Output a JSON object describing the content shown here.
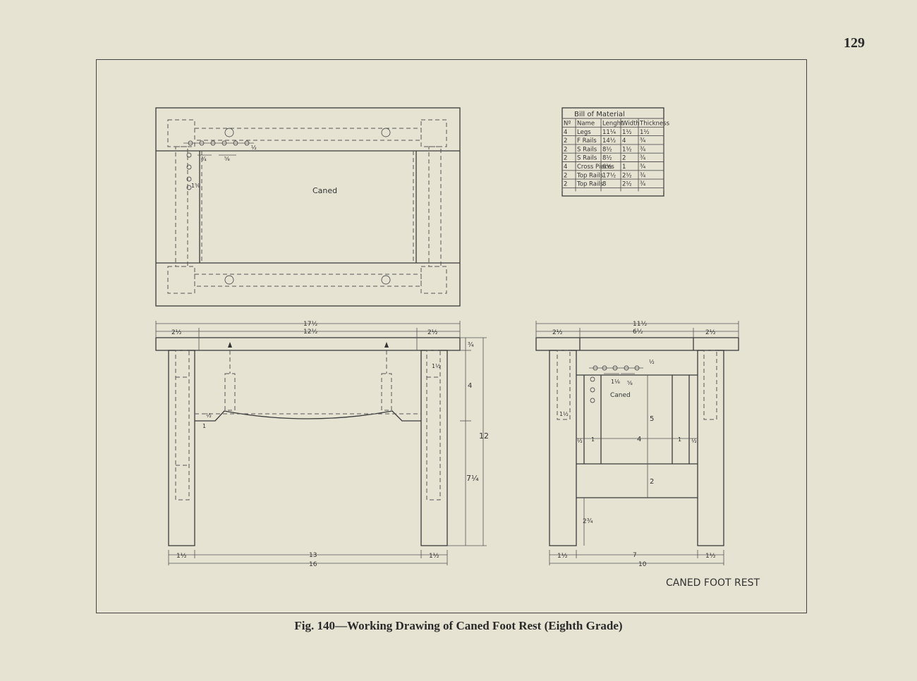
{
  "page_number": "129",
  "caption": "Fig. 140—Working Drawing of Caned Foot Rest (Eighth Grade)",
  "drawing_title": "CANED FOOT REST",
  "top_view": {
    "label": "Caned"
  },
  "end_view": {
    "label": "Caned"
  },
  "bill_of_material": {
    "title": "Bill of Material",
    "headers": [
      "Nº",
      "Name",
      "Lenght",
      "Width",
      "Thickness"
    ],
    "rows": [
      [
        "4",
        "Legs",
        "11¼",
        "1½",
        "1½"
      ],
      [
        "2",
        "F Rails",
        "14½",
        "4",
        "¾"
      ],
      [
        "2",
        "S Rails",
        "8½",
        "1½",
        "¾"
      ],
      [
        "2",
        "S Rails",
        "8½",
        "2",
        "¾"
      ],
      [
        "4",
        "Cross Pieces",
        "6½",
        "1",
        "¾"
      ],
      [
        "2",
        "Top Rails",
        "17½",
        "2½",
        "¾"
      ],
      [
        "2",
        "Top Rails",
        "8",
        "2½",
        "¾"
      ]
    ]
  },
  "front_dims": {
    "overall_top": "17½",
    "inner_top": "12½",
    "left_overhang": "2½",
    "right_overhang": "2½",
    "top_thick": "¾",
    "rail_depth": "4",
    "height": "12",
    "lower_height": "7¼",
    "curve_rise": "½",
    "curve_offset": "1",
    "tenon": "1½",
    "leg_left": "1½",
    "leg_right": "1½",
    "between_legs": "13",
    "overall_bottom": "16"
  },
  "side_dims": {
    "overall_top": "11½",
    "inner_top": "6½",
    "left_overhang": "2½",
    "right_overhang": "2½",
    "hole_top": "½",
    "hole_a": "1⅛",
    "hole_b": "⅝",
    "tenon": "1½",
    "margin_left": "½",
    "piece_left": "1",
    "panel": "4",
    "piece_right": "1",
    "margin_right": "½",
    "panel_height": "5",
    "lower_rail": "2",
    "clearance": "2¾",
    "leg_left": "1½",
    "between_legs": "7",
    "leg_right": "1½",
    "overall_bottom": "10"
  },
  "top_view_dims": {
    "a": "¾",
    "b": "⅝",
    "c": "½",
    "d": "1⅝"
  }
}
